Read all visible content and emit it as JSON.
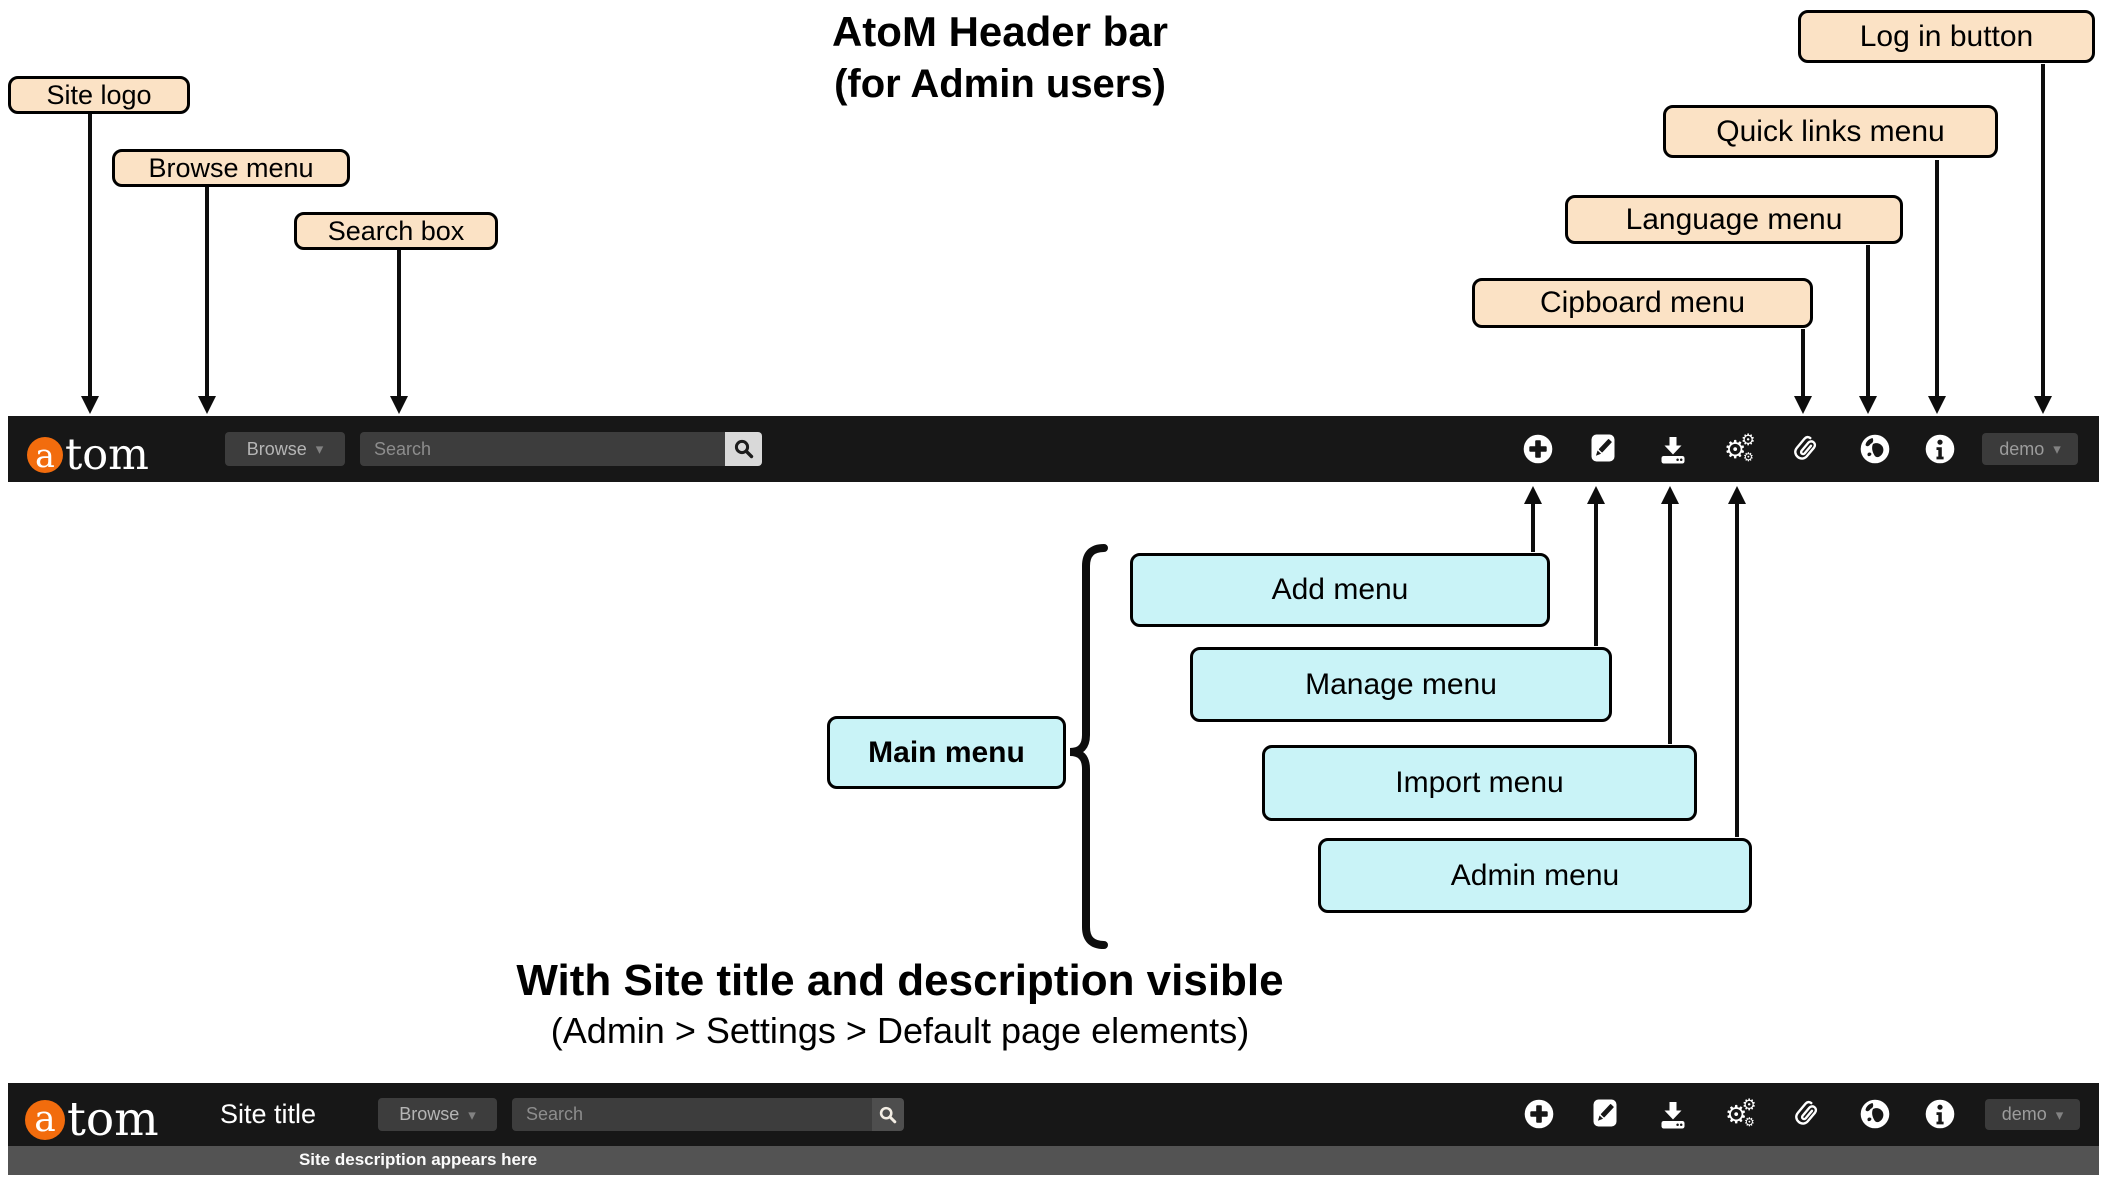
{
  "title": {
    "line1": "AtoM Header bar",
    "line2": "(for Admin users)"
  },
  "callouts_top": [
    {
      "id": "site-logo",
      "label": "Site logo"
    },
    {
      "id": "browse-menu",
      "label": "Browse menu"
    },
    {
      "id": "search-box",
      "label": "Search box"
    },
    {
      "id": "clipboard-menu",
      "label": "Cipboard menu"
    },
    {
      "id": "language-menu",
      "label": "Language menu"
    },
    {
      "id": "quick-links-menu",
      "label": "Quick links menu"
    },
    {
      "id": "login-button",
      "label": "Log in button"
    }
  ],
  "main_menu_group": {
    "main_label": "Main menu",
    "items": [
      {
        "label": "Add menu"
      },
      {
        "label": "Manage menu"
      },
      {
        "label": "Import menu"
      },
      {
        "label": "Admin menu"
      }
    ]
  },
  "section2": {
    "heading": "With Site title and description visible",
    "subheading": "(Admin > Settings > Default page elements)"
  },
  "header_bar": {
    "logo_a": "a",
    "logo_rest": "tom",
    "browse_label": "Browse",
    "search_placeholder": "Search",
    "user_menu_label": "demo",
    "caret": "▾",
    "gear_glyph": "⚙",
    "icons": [
      "add-plus-icon",
      "edit-pencil-icon",
      "import-download-icon",
      "admin-gears-icon",
      "clipboard-paperclip-icon",
      "language-globe-icon",
      "quick-links-info-icon"
    ]
  },
  "header_bar2": {
    "site_title": "Site title",
    "site_description": "Site description appears here",
    "browse_label": "Browse",
    "search_placeholder": "Search",
    "user_menu_label": "demo"
  },
  "colors": {
    "bar_bg": "#171717",
    "accent_orange": "#f26c0d",
    "callout_peach": "#fbe2c5",
    "callout_cyan": "#c9f3f7",
    "strip_gray": "#535353"
  }
}
